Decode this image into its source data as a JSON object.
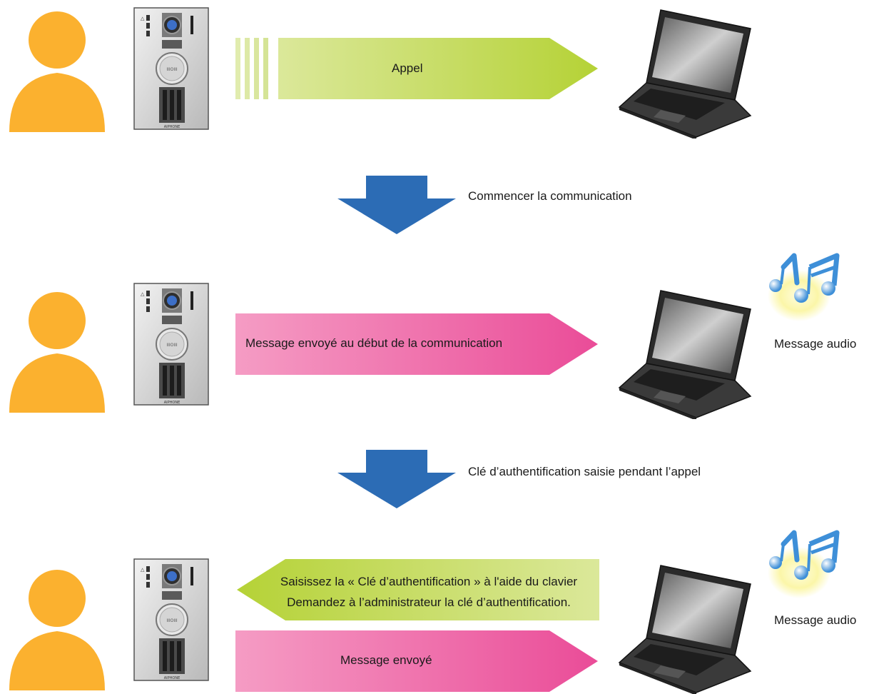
{
  "colors": {
    "person": "#FBB12F",
    "call_arrow": "#B8D34A",
    "message_arrow": "#EC4F9A",
    "down_arrow": "#2C6CB5"
  },
  "icons": {
    "person": "person-silhouette-icon",
    "intercom": "door-station-icon",
    "laptop": "laptop-icon",
    "audio": "music-notes-icon"
  },
  "step1": {
    "arrow_label": "Appel"
  },
  "transition1": {
    "label": "Commencer la communication"
  },
  "step2": {
    "arrow_label": "Message envoyé au début de la communication",
    "audio_label": "Message audio"
  },
  "transition2": {
    "label": "Clé d’authentification saisie pendant l’appel"
  },
  "step3": {
    "return_line1": "Saisissez la « Clé d’authentification » à l'aide du clavier",
    "return_line2": "Demandez à l’administrateur la clé d’authentification.",
    "arrow_label": "Message envoyé",
    "audio_label": "Message audio"
  }
}
